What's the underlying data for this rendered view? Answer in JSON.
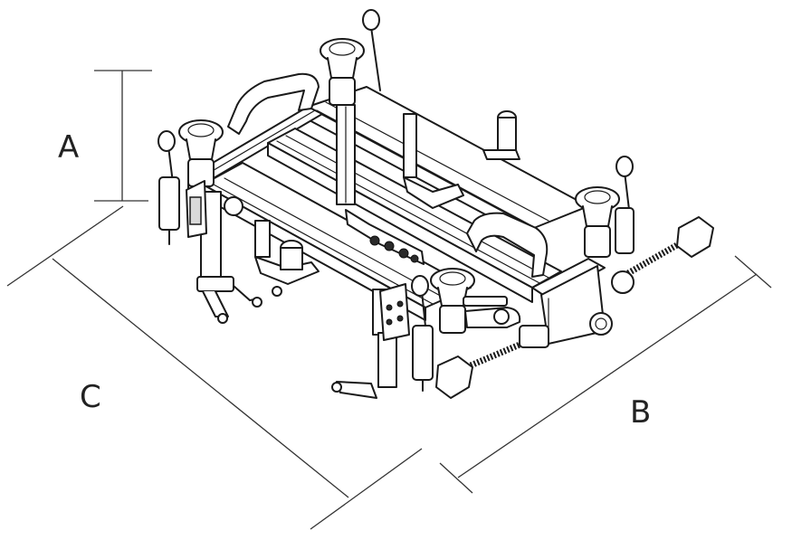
{
  "labels": {
    "a": "A",
    "b": "B",
    "c": "C"
  },
  "colors": {
    "ink": "#1a1a1a",
    "background": "#ffffff",
    "dimension_line": "#333333"
  }
}
